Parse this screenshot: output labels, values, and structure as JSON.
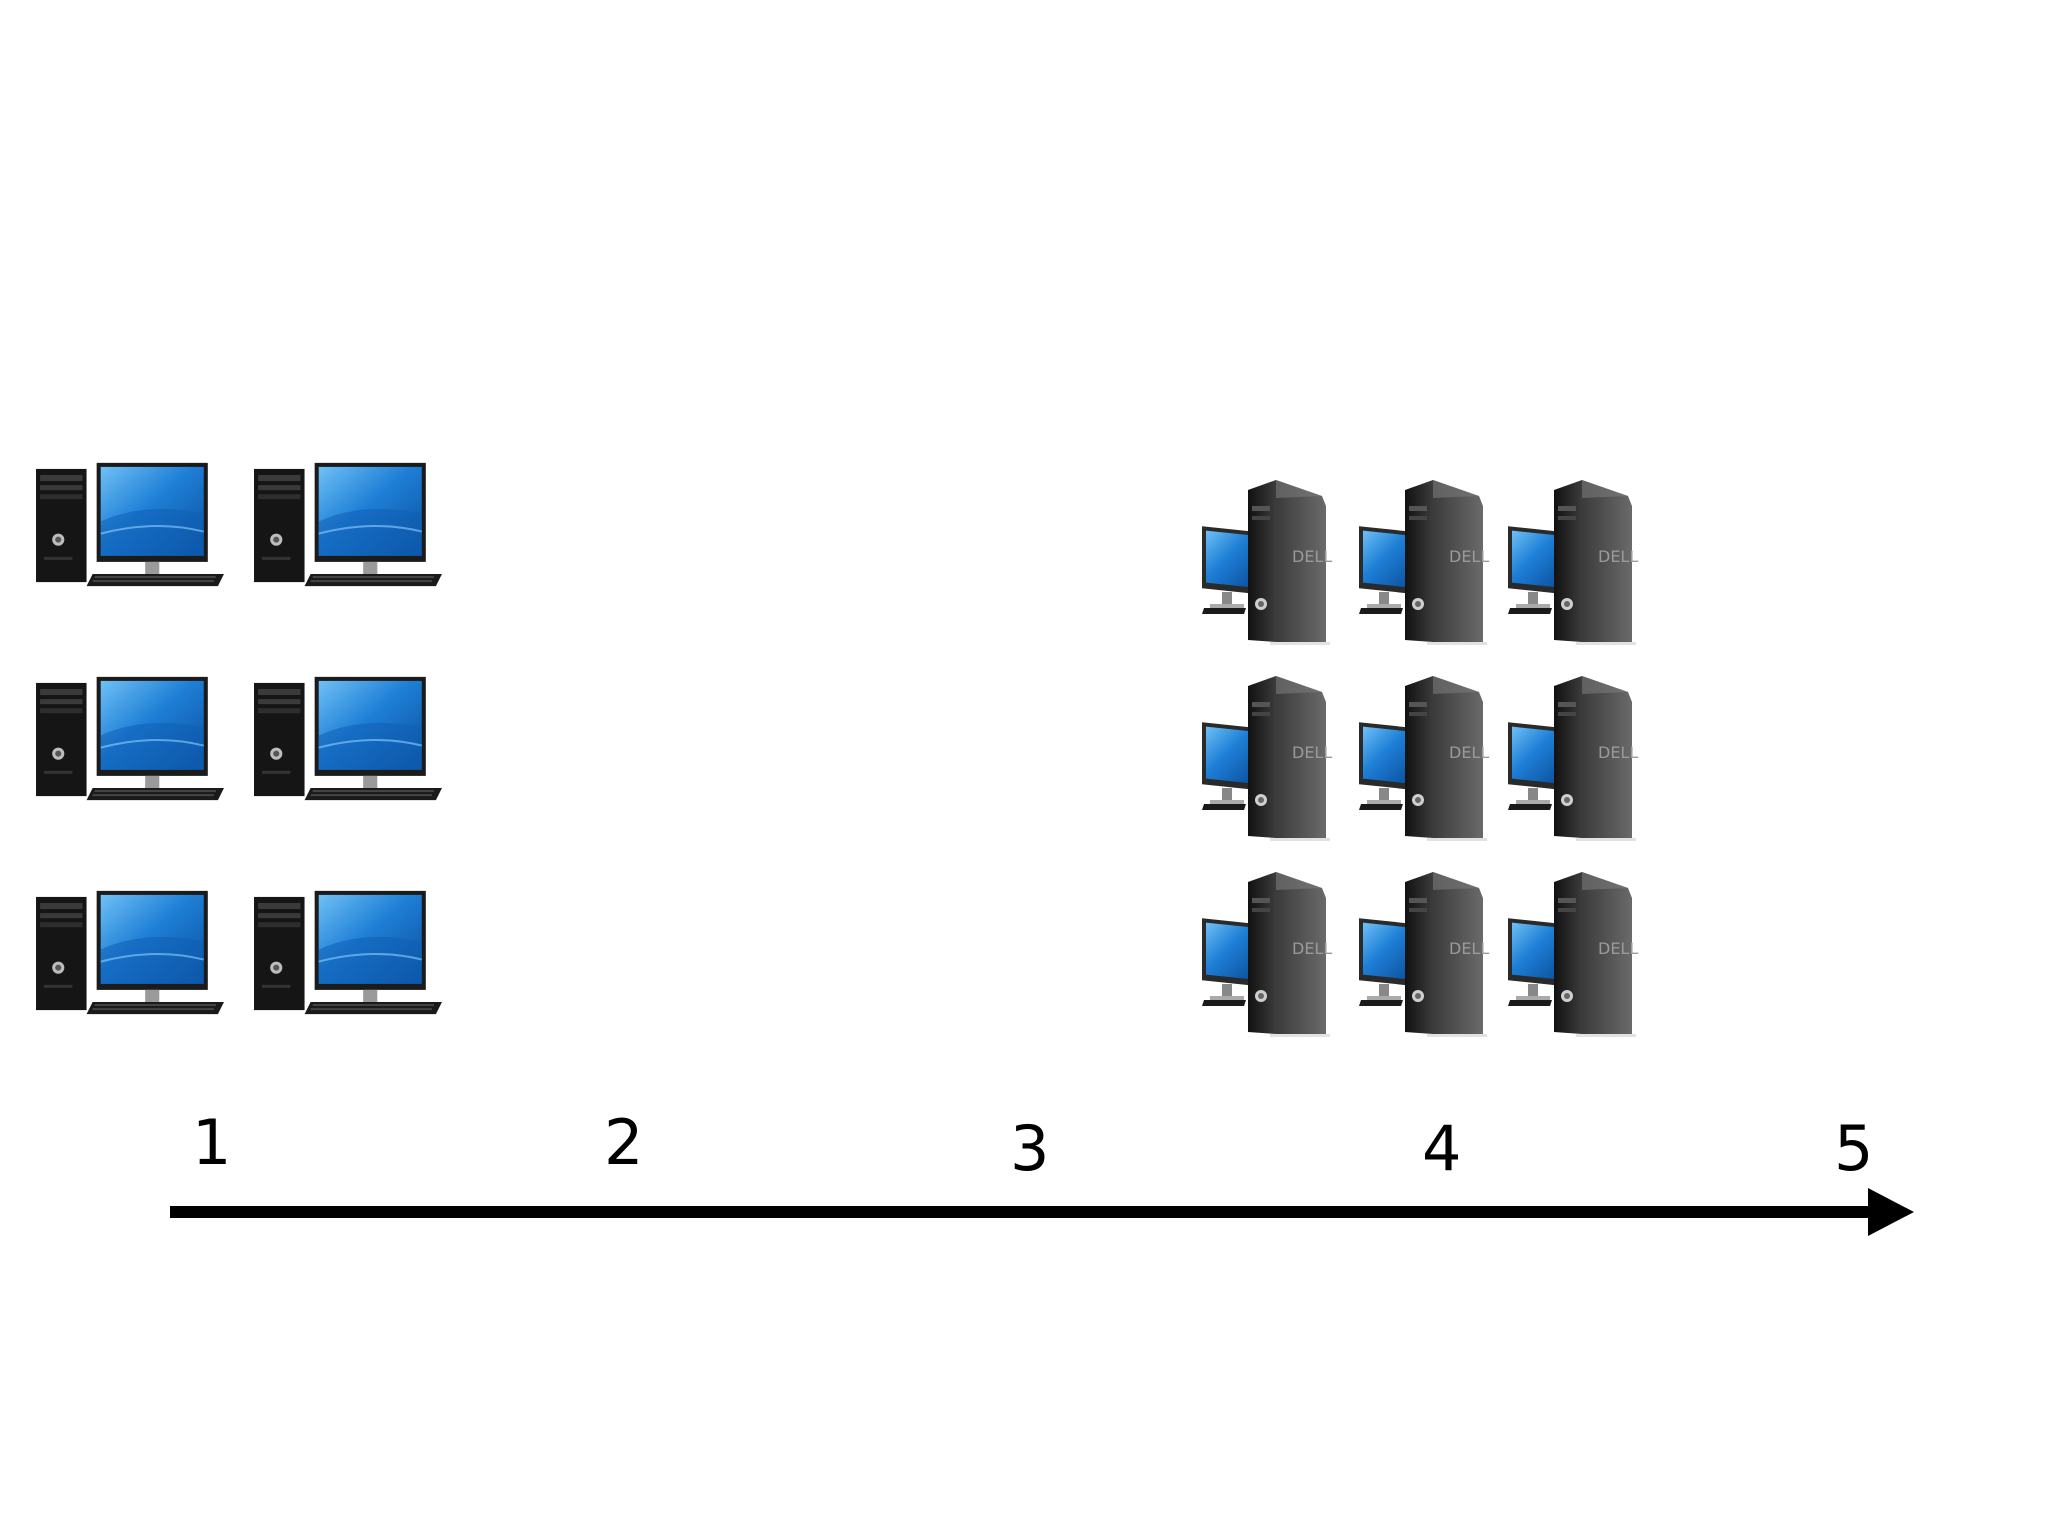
{
  "timeline": {
    "ticks": [
      {
        "label": "1"
      },
      {
        "label": "2"
      },
      {
        "label": "3"
      },
      {
        "label": "4"
      },
      {
        "label": "5"
      }
    ]
  },
  "groups": {
    "left": {
      "rows": 3,
      "cols": 2,
      "icon": "desktop-computer-icon"
    },
    "right": {
      "rows": 3,
      "cols": 3,
      "icon": "tower-computer-icon"
    }
  },
  "colors": {
    "screen": "#1e7fd6",
    "case": "#1a1a1a",
    "arrow": "#000000"
  }
}
